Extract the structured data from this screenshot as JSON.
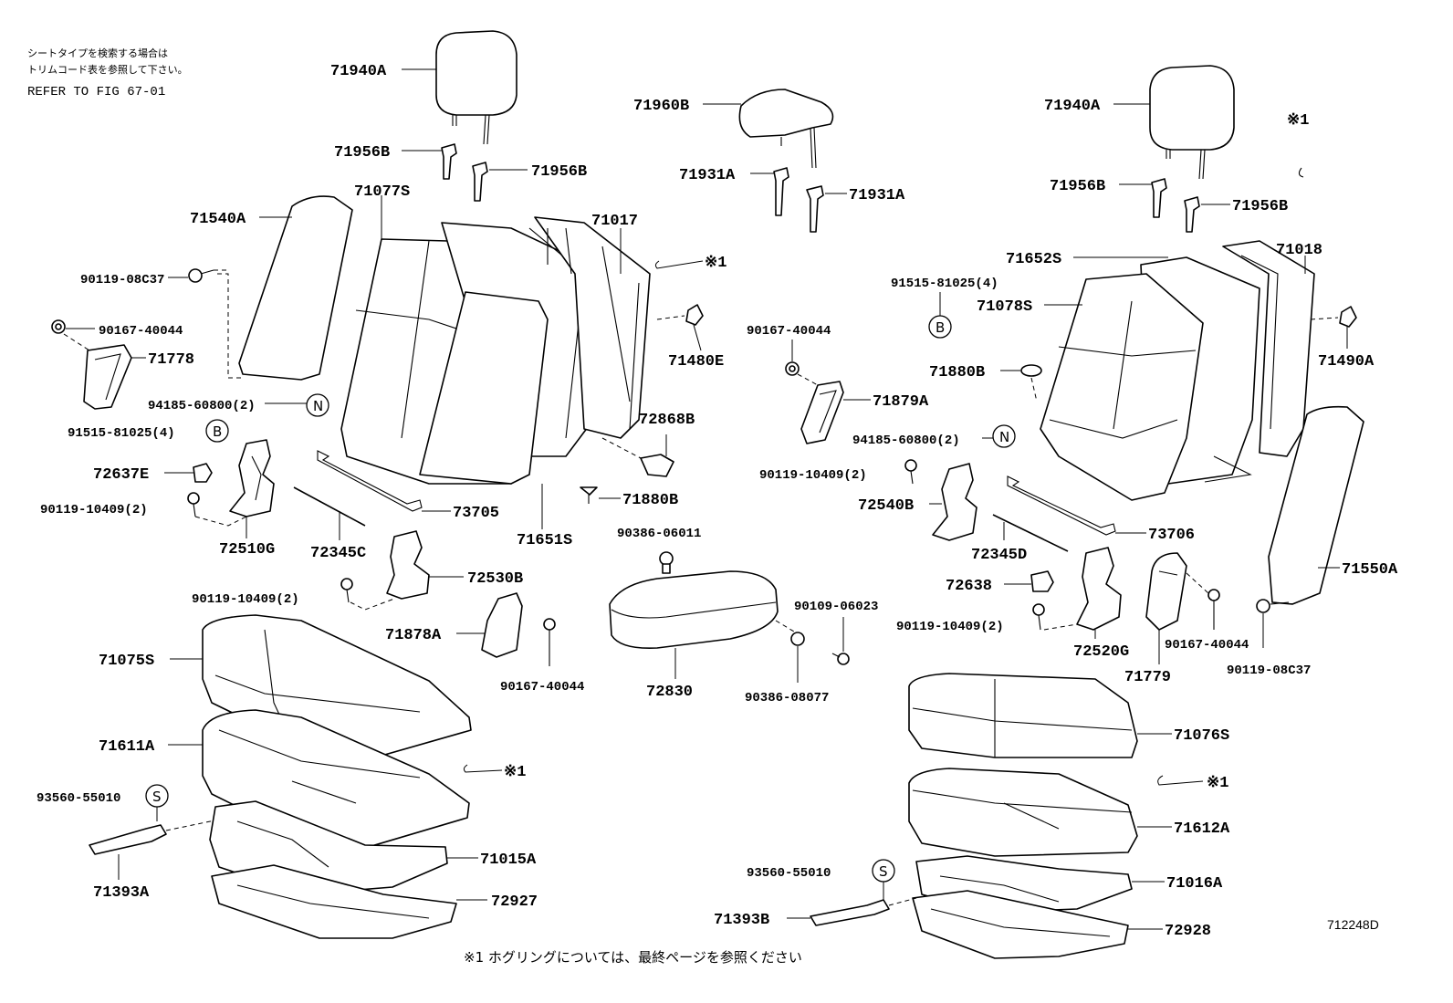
{
  "notes": {
    "jp_line1": "シートタイプを検索する場合は",
    "jp_line2": "トリムコード表を参照して下さい。",
    "refer": "REFER TO FIG 67-01",
    "footer": "※1 ホグリングについては、最終ページを参照ください",
    "figure_id": "712248D"
  },
  "callouts": {
    "B": "B",
    "N": "N",
    "S": "S",
    "ref1": "※1"
  },
  "labels": {
    "p71940A_l": "71940A",
    "p71956B_l1": "71956B",
    "p71956B_l2": "71956B",
    "p71540A": "71540A",
    "p71077S": "71077S",
    "p90119_08C37_l": "90119-08C37",
    "p90167_40044_l1": "90167-40044",
    "p71778": "71778",
    "p94185_l": "94185-60800(2)",
    "p91515_l": "91515-81025(4)",
    "p72637E": "72637E",
    "p90119_10409_l1": "90119-10409(2)",
    "p72510G": "72510G",
    "p72345C": "72345C",
    "p73705": "73705",
    "p71651S": "71651S",
    "p72530B": "72530B",
    "p90119_10409_l2": "90119-10409(2)",
    "p71878A": "71878A",
    "p90167_40044_l2": "90167-40044",
    "p71075S": "71075S",
    "p71611A": "71611A",
    "p93560_l": "93560-55010",
    "p71393A": "71393A",
    "p71015A": "71015A",
    "p72927": "72927",
    "p71960B": "71960B",
    "p71931A_1": "71931A",
    "p71931A_2": "71931A",
    "p71017": "71017",
    "p71480E": "71480E",
    "p72868B": "72868B",
    "p71880B_c": "71880B",
    "p90386_06011": "90386-06011",
    "p72830": "72830",
    "p90109_06023": "90109-06023",
    "p90386_08077": "90386-08077",
    "p71940A_r": "71940A",
    "p71956B_r1": "71956B",
    "p71956B_r2": "71956B",
    "p71652S": "71652S",
    "p71018": "71018",
    "p91515_r": "91515-81025(4)",
    "p71078S": "71078S",
    "p90167_40044_r1": "90167-40044",
    "p71880B_r": "71880B",
    "p71879A": "71879A",
    "p71490A": "71490A",
    "p94185_r": "94185-60800(2)",
    "p90119_10409_r1": "90119-10409(2)",
    "p72540B": "72540B",
    "p73706": "73706",
    "p72345D": "72345D",
    "p72638": "72638",
    "p71550A": "71550A",
    "p90119_10409_r2": "90119-10409(2)",
    "p72520G": "72520G",
    "p90167_40044_r2": "90167-40044",
    "p90119_08C37_r": "90119-08C37",
    "p71779": "71779",
    "p71076S": "71076S",
    "p71612A": "71612A",
    "p93560_r": "93560-55010",
    "p71016A": "71016A",
    "p71393B": "71393B",
    "p72928": "72928"
  }
}
